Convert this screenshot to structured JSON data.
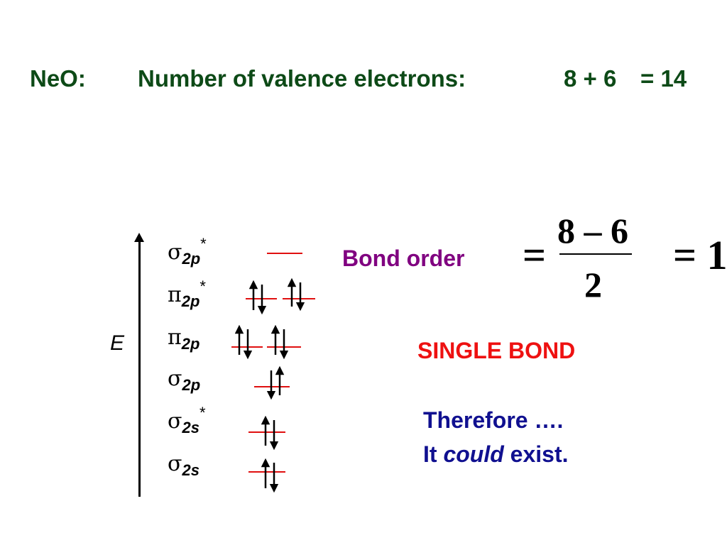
{
  "title": {
    "molecule": "NeO:",
    "label": "Number of valence electrons:",
    "equation": "8 + 6",
    "result": "= 14"
  },
  "axis": {
    "label": "E"
  },
  "orbitals": [
    {
      "symbol": "σ",
      "subscript": "2p",
      "star": "*"
    },
    {
      "symbol": "π",
      "subscript": "2p",
      "star": "*"
    },
    {
      "symbol": "π",
      "subscript": "2p",
      "star": ""
    },
    {
      "symbol": "σ",
      "subscript": "2p",
      "star": ""
    },
    {
      "symbol": "σ",
      "subscript": "2s",
      "star": "*"
    },
    {
      "symbol": "σ",
      "subscript": "2s",
      "star": ""
    }
  ],
  "bond_order": {
    "label": "Bond order",
    "equals": "=",
    "numerator": "8 – 6",
    "denominator": "2",
    "result": "= 1.0"
  },
  "conclusion": {
    "single_bond": "SINGLE BOND",
    "line1": "Therefore ….",
    "line2_pre": "It ",
    "line2_em": "could",
    "line2_post": " exist."
  },
  "colors": {
    "title": "#0d4a17",
    "level_line": "#e01010",
    "bond_order_label": "#800080",
    "single_bond": "#ee1111",
    "conclusion": "#101090"
  }
}
